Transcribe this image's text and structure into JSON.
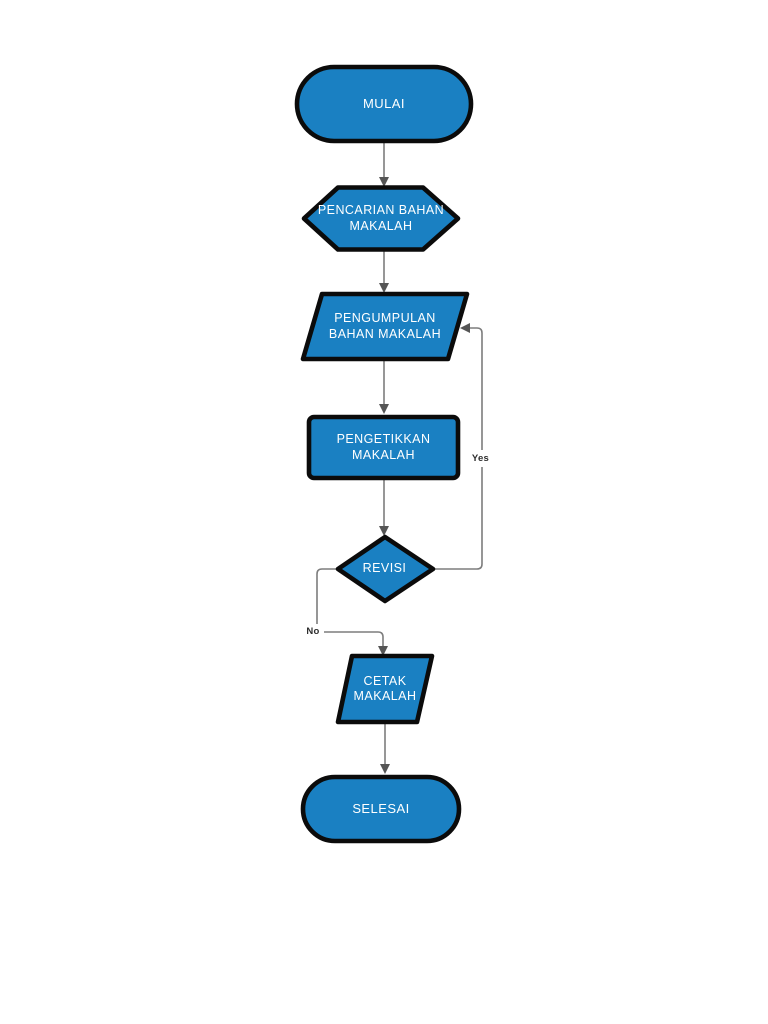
{
  "page": {
    "background": "#ffffff"
  },
  "colors": {
    "node_fill": "#1a80c2",
    "node_border": "#0b0b0b",
    "connector": "#7d7d7d",
    "arrowhead": "#555555",
    "node_label_text": "#ffffff",
    "edge_label_text": "#2e2e2e"
  },
  "flowchart": {
    "nodes": [
      {
        "id": "start",
        "type": "terminator",
        "label": "MULAI"
      },
      {
        "id": "search",
        "type": "preparation",
        "label": "PENCARIAN BAHAN\nMAKALAH"
      },
      {
        "id": "collect",
        "type": "input-output",
        "label": "PENGUMPULAN\nBAHAN MAKALAH"
      },
      {
        "id": "typing",
        "type": "process",
        "label": "PENGETIKKAN\nMAKALAH"
      },
      {
        "id": "revise",
        "type": "decision",
        "label": "REVISI"
      },
      {
        "id": "print",
        "type": "input-output",
        "label": "CETAK\nMAKALAH"
      },
      {
        "id": "end",
        "type": "terminator",
        "label": "SELESAI"
      }
    ],
    "edge_labels": {
      "yes": "Yes",
      "no": "No"
    }
  }
}
